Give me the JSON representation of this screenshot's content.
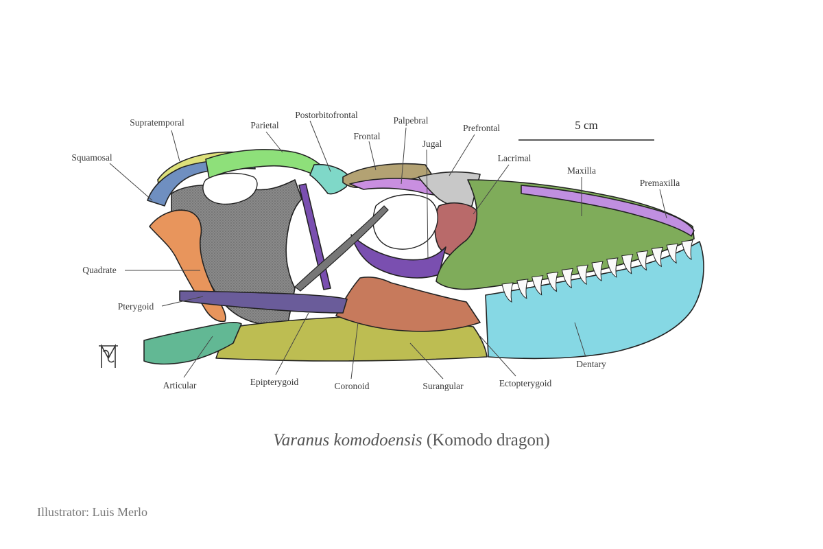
{
  "scale_bar": {
    "label": "5 cm"
  },
  "labels": {
    "supratemporal": "Supratemporal",
    "parietal": "Parietal",
    "postorbitofrontal": "Postorbitofrontal",
    "frontal": "Frontal",
    "palpebral": "Palpebral",
    "prefrontal": "Prefrontal",
    "jugal": "Jugal",
    "lacrimal": "Lacrimal",
    "maxilla": "Maxilla",
    "premaxilla": "Premaxilla",
    "squamosal": "Squamosal",
    "quadrate": "Quadrate",
    "pterygoid": "Pterygoid",
    "articular": "Articular",
    "epipterygoid": "Epipterygoid",
    "coronoid": "Coronoid",
    "surangular": "Surangular",
    "ectopterygoid": "Ectopterygoid",
    "dentary": "Dentary"
  },
  "caption": {
    "species": "Varanus komodoensis",
    "common_name": "(Komodo dragon)"
  },
  "credit": "Illustrator: Luis Merlo",
  "colors": {
    "supratemporal": "#dde07a",
    "squamosal": "#6f8fc0",
    "parietal": "#8ee07a",
    "postorbitofrontal": "#7fd8c8",
    "frontal": "#b3a273",
    "palpebral": "#c98fe0",
    "prefrontal": "#c8c8c8",
    "lacrimal": "#b96a6a",
    "jugal": "#7a4fb0",
    "maxilla": "#7fac5a",
    "premaxilla": "#c08fe0",
    "dentary": "#86d8e4",
    "surangular": "#bdbd52",
    "coronoid": "#c77a5c",
    "articular": "#62b894",
    "quadrate": "#e8955c",
    "pterygoid": "#6a5c9a",
    "braincase": "#8a8a8a"
  }
}
